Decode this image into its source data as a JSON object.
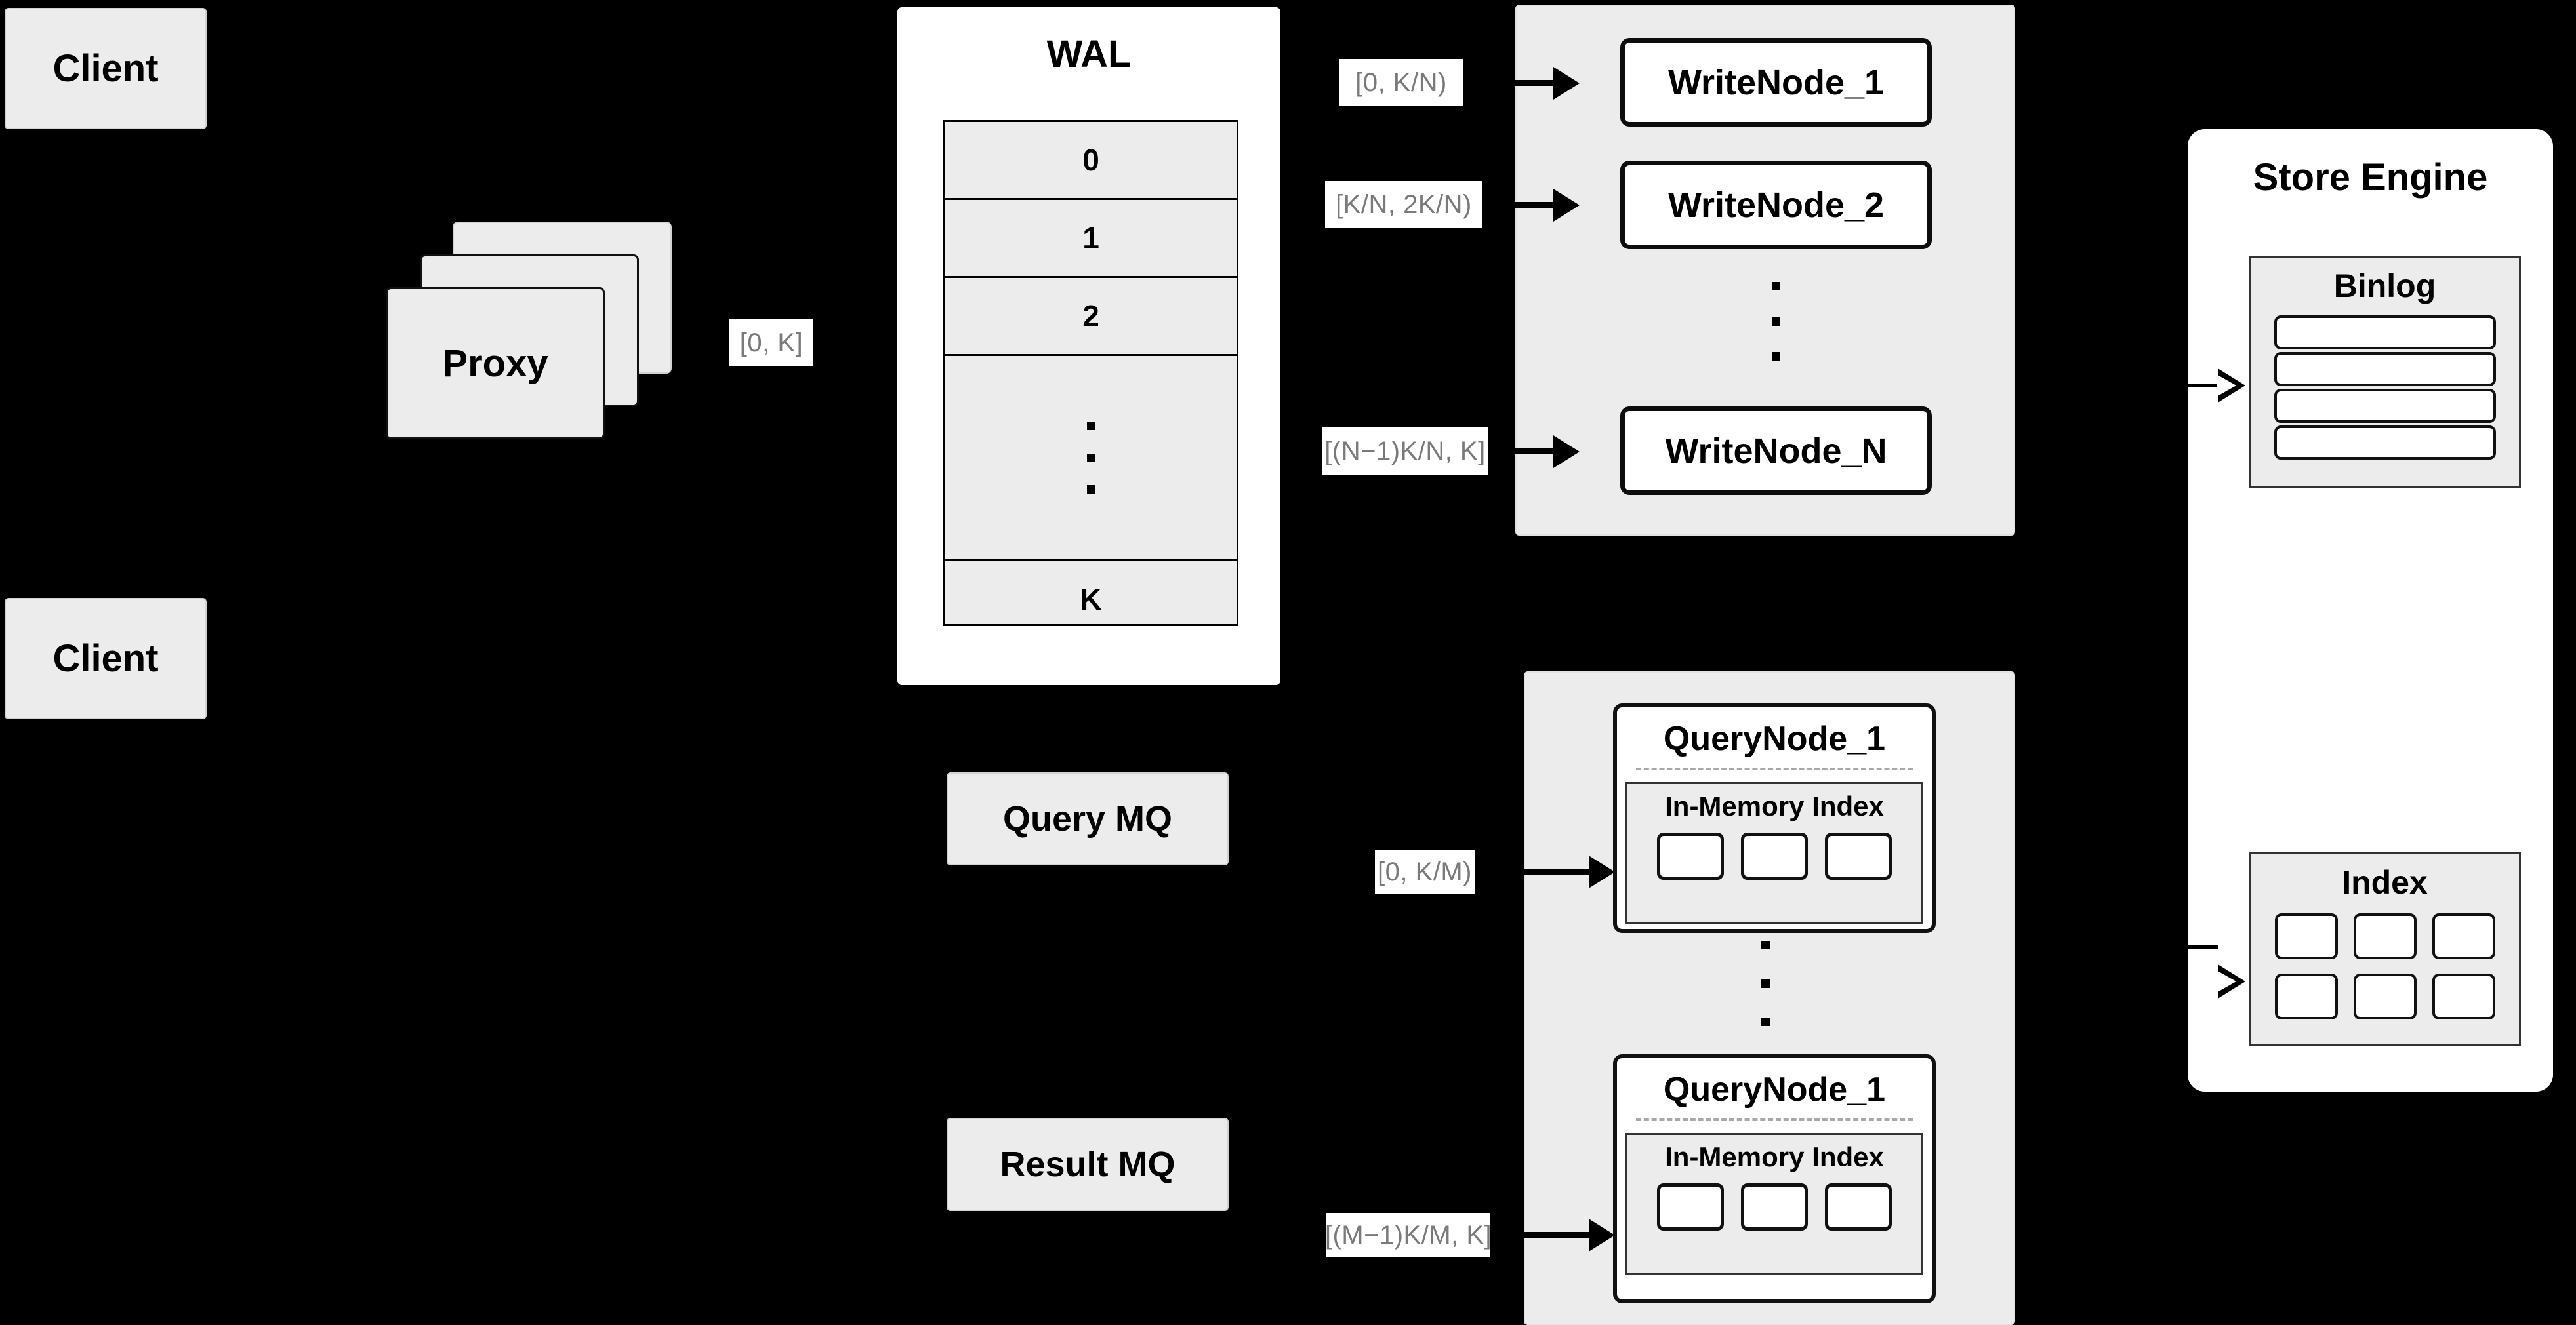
{
  "clients": [
    {
      "label": "Client"
    },
    {
      "label": "Client"
    }
  ],
  "proxy": {
    "label": "Proxy"
  },
  "wal": {
    "title": "WAL",
    "rows": [
      "0",
      "1",
      "2",
      "dots",
      "K"
    ]
  },
  "mq": {
    "query": "Query MQ",
    "result": "Result MQ"
  },
  "write_panel": {
    "nodes": [
      {
        "label": "WriteNode_1"
      },
      {
        "label": "WriteNode_2"
      },
      {
        "label": "WriteNode_N"
      }
    ]
  },
  "query_panel": {
    "nodes": [
      {
        "title": "QueryNode_1",
        "index_title": "In-Memory Index",
        "cells": 3
      },
      {
        "title": "QueryNode_1",
        "index_title": "In-Memory Index",
        "cells": 3
      }
    ]
  },
  "store_engine": {
    "title": "Store Engine",
    "binlog": {
      "title": "Binlog",
      "rows": 4
    },
    "index": {
      "title": "Index",
      "rows": 2,
      "cols": 3
    }
  },
  "edge_labels": {
    "proxy_to_wal": "[0, K]",
    "wal_to_write_1": "[0,  K/N)",
    "wal_to_write_2": "[K/N, 2K/N)",
    "wal_to_write_n": "[(N−1)K/N,  K]",
    "mq_to_query_1": "[0, K/M)",
    "mq_to_query_m": "[(M−1)K/M, K]"
  },
  "colors": {
    "background": "#000000",
    "card_fill": "#ececec",
    "panel_fill": "#ffffff",
    "stroke": "#000000",
    "label_text": "#7a7a7a"
  }
}
